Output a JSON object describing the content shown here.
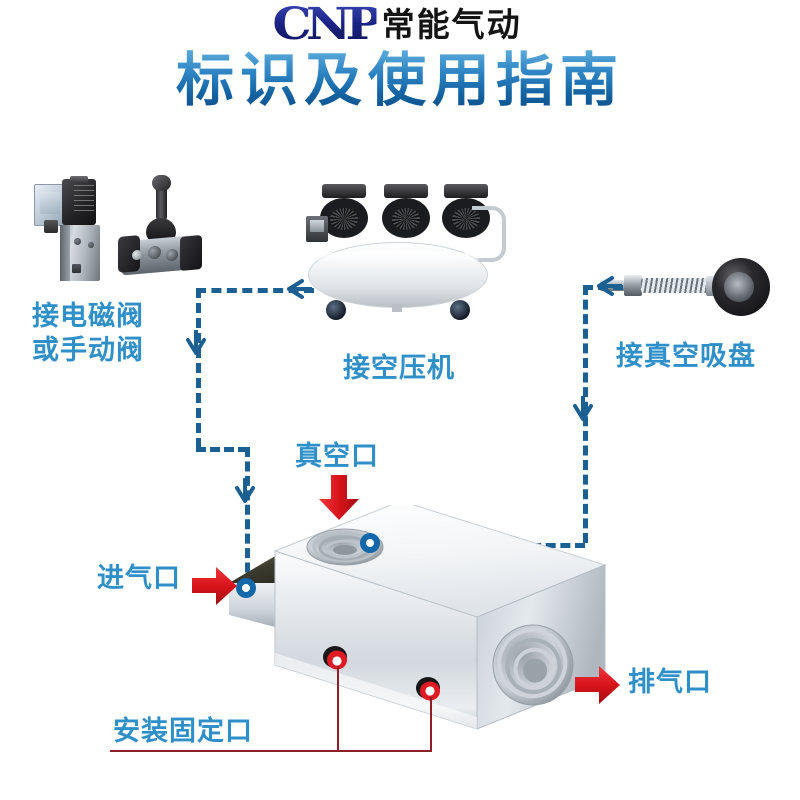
{
  "header": {
    "logo_text": "CNP",
    "company_name": "常能气动",
    "title": "标识及使用指南"
  },
  "labels": {
    "solenoid": {
      "line1": "接电磁阀",
      "line2": "或手动阀"
    },
    "compressor": "接空压机",
    "suction_cup": "接真空吸盘",
    "vacuum_port": "真空口",
    "inlet_port": "进气口",
    "exhaust_port": "排气口",
    "mounting_holes": "安装固定口"
  },
  "colors": {
    "caption_blue": "#2f8fc9",
    "dash_blue": "#1c5f93",
    "ring_blue": "#1268a8",
    "red_arrow": "#d81f26",
    "red_line": "#8d2027",
    "logo_navy": "#1a2a8f",
    "title_blue": "#2f86c4",
    "body_metal": "#dfe4ea"
  },
  "diagram": {
    "component_names": [
      "solenoid-valve",
      "manual-lever-valve",
      "air-compressor",
      "vacuum-suction-cup",
      "vacuum-generator-block"
    ],
    "port_markers": [
      "vacuum-port-top",
      "inlet-port-left",
      "exhaust-port-right",
      "mounting-hole-1",
      "mounting-hole-2"
    ]
  }
}
